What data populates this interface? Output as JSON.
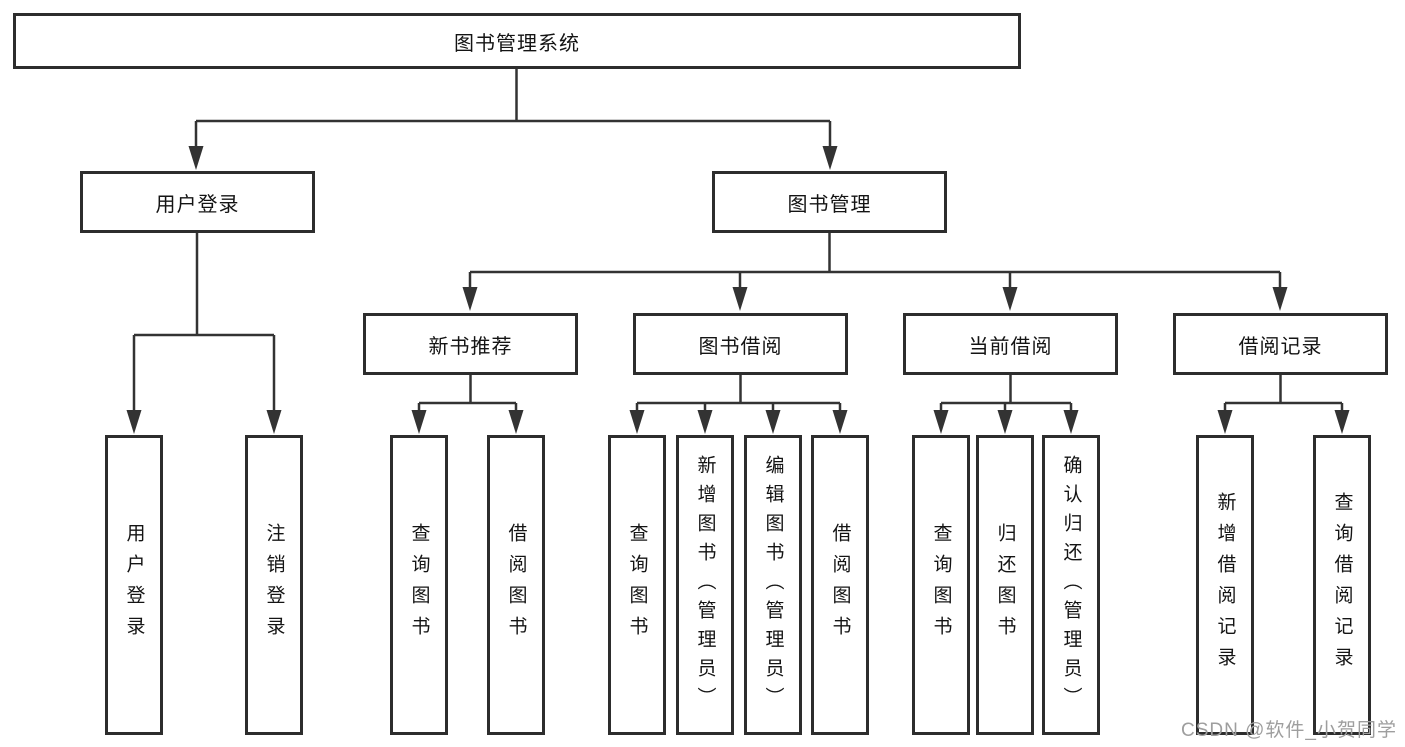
{
  "diagram": {
    "type": "hierarchy-tree",
    "line_color": "#333333",
    "box_border_color": "#2d2d2d",
    "nodes": {
      "root": "图书管理系统",
      "user_login": "用户登录",
      "book_management": "图书管理",
      "new_book_recommend": "新书推荐",
      "book_borrowing": "图书借阅",
      "current_borrowing": "当前借阅",
      "borrowing_records": "借阅记录",
      "leaf_user_login": "用户登录",
      "leaf_logout": "注销登录",
      "leaf_recommend_query_books": "查询图书",
      "leaf_recommend_borrow_books": "借阅图书",
      "leaf_borrowing_query_books": "查询图书",
      "leaf_borrowing_add_books": "新增图书（管理员）",
      "leaf_borrowing_edit_books": "编辑图书（管理员）",
      "leaf_borrowing_borrow_books": "借阅图书",
      "leaf_current_query_books": "查询图书",
      "leaf_current_return_books": "归还图书",
      "leaf_current_confirm_return": "确认归还（管理员）",
      "leaf_records_add_record": "新增借阅记录",
      "leaf_records_query_record": "查询借阅记录"
    },
    "edges": [
      "图书管理系统→用户登录",
      "图书管理系统→图书管理",
      "用户登录→用户登录",
      "用户登录→注销登录",
      "图书管理→新书推荐",
      "图书管理→图书借阅",
      "图书管理→当前借阅",
      "图书管理→借阅记录",
      "新书推荐→查询图书",
      "新书推荐→借阅图书",
      "图书借阅→查询图书",
      "图书借阅→新增图书（管理员）",
      "图书借阅→编辑图书（管理员）",
      "图书借阅→借阅图书",
      "当前借阅→查询图书",
      "当前借阅→归还图书",
      "当前借阅→确认归还（管理员）",
      "借阅记录→新增借阅记录",
      "借阅记录→查询借阅记录"
    ]
  },
  "watermark": "CSDN @软件_小贺同学"
}
